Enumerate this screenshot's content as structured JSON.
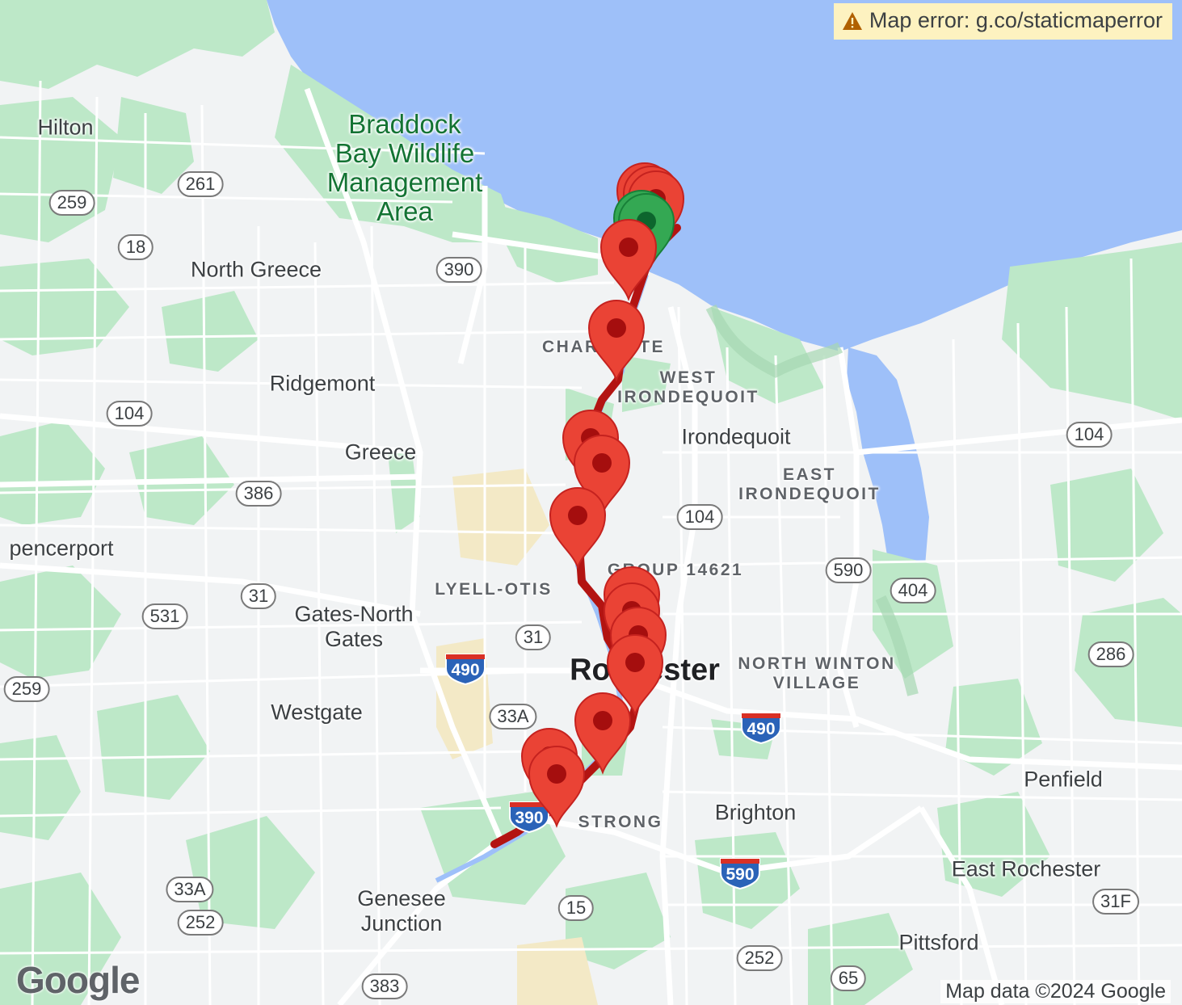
{
  "map": {
    "error_text": "Map error: g.co/staticmaperror",
    "copyright": "Map data ©2024 Google",
    "logo": "Google",
    "colors": {
      "water": "#9ec0f9",
      "land": "#f1f3f4",
      "park": "#bde8c8",
      "route": "#b31412",
      "marker_red": "#ea4335",
      "marker_green": "#34a853",
      "error_bg": "#fdf2c0"
    },
    "places": {
      "hilton": "Hilton",
      "north_greece": "North Greece",
      "ridgemont": "Ridgemont",
      "greece": "Greece",
      "spencerport": "pencerport",
      "gates_north_gates": "Gates-North\nGates",
      "westgate": "Westgate",
      "genesee_junction": "Genesee\nJunction",
      "rochester": "Rochester",
      "irondequoit": "Irondequoit",
      "brighton": "Brighton",
      "penfield": "Penfield",
      "east_rochester": "East Rochester",
      "pittsford": "Pittsford",
      "braddock_bay": "Braddock\nBay Wildlife\nManagement\nArea"
    },
    "neighborhoods": {
      "charlotte": "CHARLOTTE",
      "west_irondequoit": "WEST\nIRONDEQUOIT",
      "east_irondequoit": "EAST\nIRONDEQUOIT",
      "group_14621": "GROUP 14621",
      "lyell_otis": "LYELL-OTIS",
      "north_winton_village": "NORTH WINTON\nVILLAGE",
      "strong": "STRONG"
    },
    "routes": {
      "r261": "261",
      "r259a": "259",
      "r18": "18",
      "r390": "390",
      "r104a": "104",
      "r386": "386",
      "r31a": "31",
      "r531": "531",
      "r259b": "259",
      "r31b": "31",
      "r33a": "33A",
      "r33a2": "33A",
      "r252": "252",
      "r15": "15",
      "r383": "383",
      "r104b": "104",
      "r104c": "104",
      "r590": "590",
      "r404": "404",
      "r286": "286",
      "r31f": "31F",
      "r252b": "252",
      "r65": "65"
    },
    "interstates": {
      "i490a": "490",
      "i490b": "490",
      "i590": "590",
      "i390": "390"
    },
    "markers": {
      "count": 22,
      "green_count": 2
    }
  }
}
